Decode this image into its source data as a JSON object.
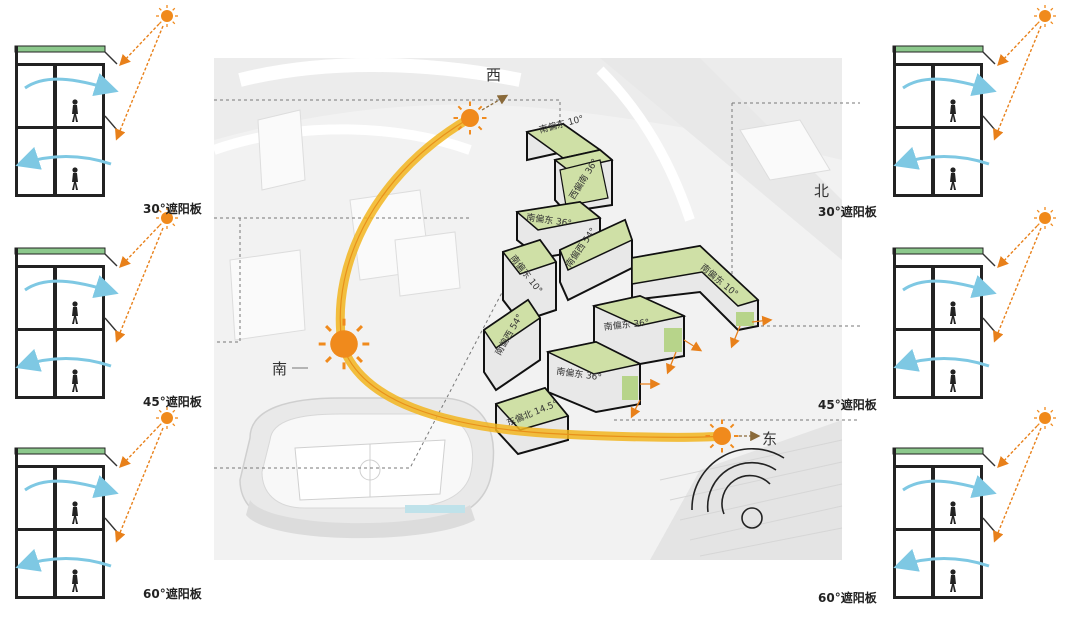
{
  "directions": {
    "west": "西",
    "north": "北",
    "south": "南",
    "east": "东"
  },
  "shading_labels": {
    "left_30": "30°遮阳板",
    "left_45": "45°遮阳板",
    "left_60": "60°遮阳板",
    "right_30": "30°遮阳板",
    "right_45": "45°遮阳板",
    "right_60": "60°遮阳板"
  },
  "buildings": [
    {
      "label": "南偏东 10°"
    },
    {
      "label": "西偏南 36°"
    },
    {
      "label": "南偏东 36°"
    },
    {
      "label": "南偏西 54°"
    },
    {
      "label": "南偏东 10°"
    },
    {
      "label": "南偏西 54°"
    },
    {
      "label": "南偏东 10°"
    },
    {
      "label": "南偏东 36°"
    },
    {
      "label": "南偏东 36°"
    },
    {
      "label": "东偏北 14.5°"
    }
  ],
  "colors": {
    "sun": "#F08A1C",
    "sun_path": "#F2B51E",
    "building_green": "#CFE0A6",
    "wind_arrow": "#7EC8E3",
    "shade_board": "#8CC88C",
    "sun_ray": "#E8801A"
  },
  "icons": {
    "sun": "sun-icon",
    "person": "walking-person-icon",
    "wind": "wind-arrow-icon",
    "signal": "wifi-signal-icon"
  }
}
